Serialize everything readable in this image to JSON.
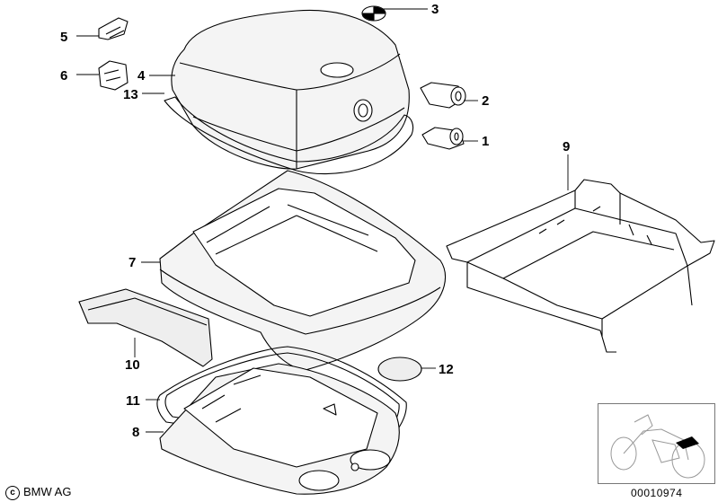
{
  "callouts": {
    "c1": "1",
    "c2": "2",
    "c3": "3",
    "c4": "4",
    "c5": "5",
    "c6": "6",
    "c7": "7",
    "c8": "8",
    "c9": "9",
    "c10": "10",
    "c11": "11",
    "c12": "12",
    "c13": "13"
  },
  "footer": {
    "copyright_symbol": "c",
    "copyright": "BMW AG",
    "doc_number": "00010974"
  },
  "colors": {
    "line": "#000000",
    "shade": "#e8e8e8",
    "marker": "#000000"
  }
}
